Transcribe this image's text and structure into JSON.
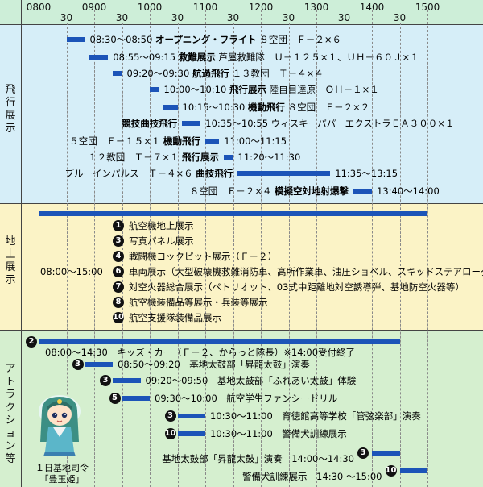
{
  "colors": {
    "header_bg": "#cdeed8",
    "flight_bg": "#d6eef8",
    "ground_bg": "#fbf3c6",
    "attraction_bg": "#d5efcf",
    "bar": "#1c54b8"
  },
  "time_major": [
    "0800",
    "0900",
    "1000",
    "1100",
    "1200",
    "1300",
    "1400",
    "1500"
  ],
  "time_minor": [
    "30",
    "30",
    "30",
    "30",
    "30",
    "30",
    "30"
  ],
  "sections": {
    "flight": "飛\n行\n展\n示",
    "ground": "地\n上\n展\n示",
    "attraction": "ア\nト\nラ\nク\nシ\nョ\nン\n等"
  },
  "flights": [
    {
      "start": "8:30",
      "end": "8:50",
      "pre": "",
      "time": "08:30～08:50",
      "title": "オープニング・フライト",
      "post": "８空団　Ｆ－２×６"
    },
    {
      "start": "8:55",
      "end": "9:15",
      "pre": "",
      "time": "08:55～09:15",
      "title": "救難展示",
      "post": "芦屋救難隊　Ｕ－１２５×１、ＵＨ－６０Ｊ×１"
    },
    {
      "start": "9:20",
      "end": "9:30",
      "pre": "",
      "time": "09:20～09:30",
      "title": "航過飛行",
      "post": "１３教団　Ｔ－４×４"
    },
    {
      "start": "10:00",
      "end": "10:10",
      "pre": "",
      "time": "10:00～10:10",
      "title": "飛行展示",
      "post": "陸自目達原　ＯＨ－１×１"
    },
    {
      "start": "10:15",
      "end": "10:30",
      "pre": "",
      "time": "10:15～10:30",
      "title": "機動飛行",
      "post": "８空団　Ｆ－２×２"
    },
    {
      "start": "10:35",
      "end": "10:55",
      "pre": "競技曲技飛行",
      "time": "10:35～10:55",
      "title": "",
      "post": "ウィスキーパパ　エクストラＥＡ３００×１"
    },
    {
      "start": "11:00",
      "end": "11:15",
      "pre": "５空団　Ｆ－１５×１",
      "time": "11:00～11:15",
      "title": "機動飛行",
      "post": ""
    },
    {
      "start": "11:20",
      "end": "11:30",
      "pre": "１２教団　Ｔ－７×１",
      "time": "11:20～11:30",
      "title": "飛行展示",
      "post": ""
    },
    {
      "start": "11:35",
      "end": "13:15",
      "pre": "ブルーインパルス　Ｔ－４×６",
      "time": "11:35～13:15",
      "title": "曲技飛行",
      "post": ""
    },
    {
      "start": "13:40",
      "end": "14:00",
      "pre": "８空団　Ｆ－２×４",
      "time": "13:40～14:00",
      "title": "模擬空対地射爆撃",
      "post": ""
    }
  ],
  "ground": {
    "start": "8:00",
    "end": "15:00",
    "time_label": "08:00～15:00",
    "items": [
      {
        "num": "1",
        "text": "航空機地上展示"
      },
      {
        "num": "3",
        "text": "写真パネル展示"
      },
      {
        "num": "4",
        "text": "戦闘機コックピット展示（Ｆ－２）"
      },
      {
        "num": "6",
        "text": "車両展示（大型破壊機救難消防車、高所作業車、油圧ショベル、スキッドステアローダ等）"
      },
      {
        "num": "7",
        "text": "対空火器総合展示（ペトリオット、03式中距離地対空誘導弾、基地防空火器等）"
      },
      {
        "num": "8",
        "text": "航空機装備品等展示・兵装等展示"
      },
      {
        "num": "10",
        "text": "航空支援隊装備品展示"
      }
    ]
  },
  "attractions": [
    {
      "num": "2",
      "start": "8:00",
      "end": "14:30",
      "pre": "",
      "text": "08:00～14:30　キッズ・カー（Ｆ－２、からっと隊長）※14:00受付終了"
    },
    {
      "num": "3",
      "start": "8:50",
      "end": "9:20",
      "pre": "",
      "text": "08:50～09:20　基地太鼓部「昇龍太鼓」演奏"
    },
    {
      "num": "3",
      "start": "9:20",
      "end": "9:50",
      "pre": "",
      "text": "09:20～09:50　基地太鼓部「ふれあい太鼓」体験"
    },
    {
      "num": "5",
      "start": "9:30",
      "end": "10:00",
      "pre": "",
      "text": "09:30～10:00　航空学生ファンシードリル"
    },
    {
      "num": "3",
      "start": "10:30",
      "end": "11:00",
      "pre": "",
      "text": "10:30～11:00　育徳館高等学校「管弦楽部」演奏"
    },
    {
      "num": "10",
      "start": "10:30",
      "end": "11:00",
      "pre": "",
      "text": "10:30～11:00　警備犬訓練展示"
    },
    {
      "num": "3",
      "start": "14:00",
      "end": "14:30",
      "pre": "基地太鼓部「昇龍太鼓」演奏　14:00～14:30",
      "text": ""
    },
    {
      "num": "10",
      "start": "14:30",
      "end": "15:00",
      "pre": "警備犬訓練展示　14:30 ～15:00",
      "text": ""
    }
  ],
  "mascot": {
    "caption_line1": "１日基地司令",
    "caption_line2": "「豊玉姫」"
  }
}
